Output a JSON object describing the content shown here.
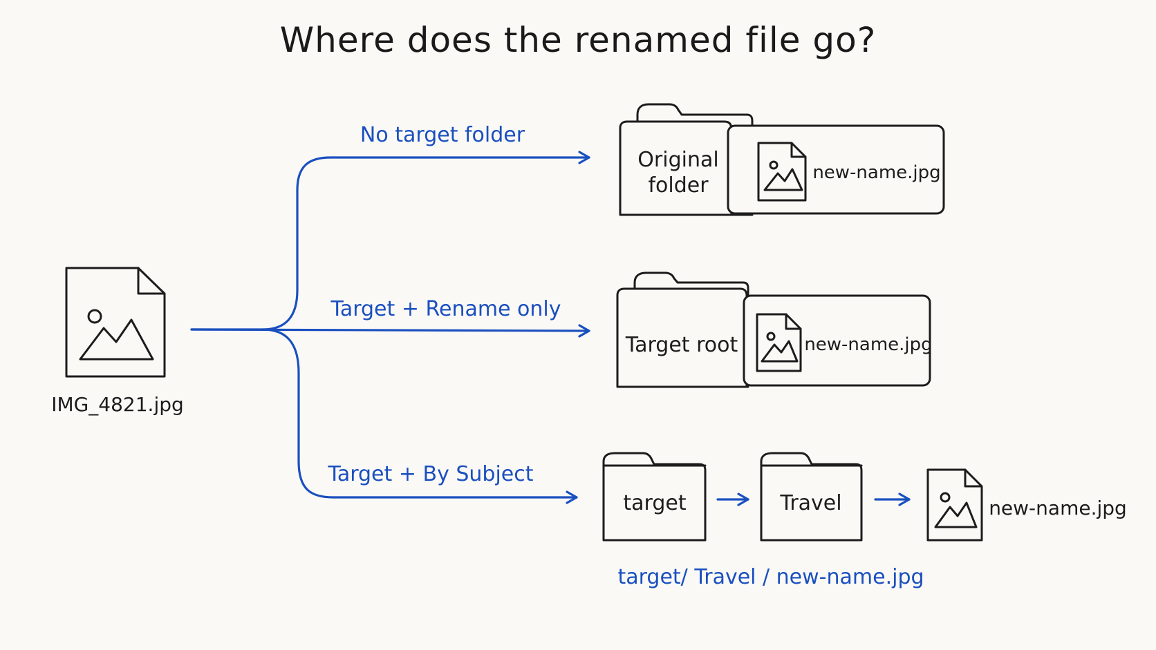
{
  "title": "Where does the renamed file go?",
  "source_file": {
    "label": "IMG_4821.jpg"
  },
  "branches": [
    {
      "label": "No target folder",
      "folder_label_line1": "Original",
      "folder_label_line2": "folder",
      "file_label": "new-name.jpg"
    },
    {
      "label": "Target + Rename only",
      "folder_label": "Target root",
      "file_label": "new-name.jpg"
    },
    {
      "label": "Target + By Subject",
      "path_folders": [
        "target",
        "Travel"
      ],
      "file_label": "new-name.jpg",
      "path_caption": "target/ Travel / new-name.jpg"
    }
  ],
  "colors": {
    "accent": "#1a4fbf",
    "ink": "#1c1c1c",
    "background": "#faf9f6"
  }
}
